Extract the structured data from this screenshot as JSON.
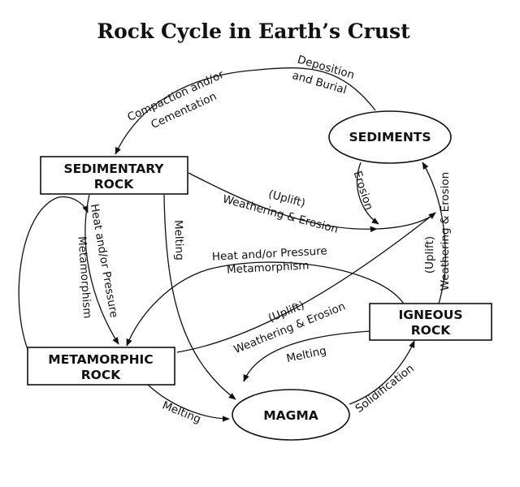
{
  "title": "Rock Cycle in Earth’s Crust",
  "nodes": {
    "sedimentary_rock": [
      "SEDIMENTARY",
      "ROCK"
    ],
    "sediments": "SEDIMENTS",
    "metamorphic_rock": [
      "METAMORPHIC",
      "ROCK"
    ],
    "igneous_rock": [
      "IGNEOUS",
      "ROCK"
    ],
    "magma": "MAGMA"
  },
  "edges": {
    "deposition": [
      "Deposition",
      "and Burial"
    ],
    "compaction": [
      "Compaction and/or",
      "Cementation"
    ],
    "erosion_sediments": "Erosion",
    "uplift_sed_rock": [
      "(Uplift)",
      "Weathering & Erosion"
    ],
    "uplift_igneous_right": [
      "(Uplift)",
      "Weathering & Erosion"
    ],
    "melting_sed": "Melting",
    "heat_pressure_sed": [
      "Heat and/or Pressure",
      "Metamorphism"
    ],
    "heat_pressure_igneous": [
      "Heat and/or Pressure",
      "Metamorphism"
    ],
    "uplift_meta": [
      "(Uplift)",
      "Weathering & Erosion"
    ],
    "melting_igneous": "Melting",
    "melting_meta": "Melting",
    "solidification": "Solidification"
  }
}
